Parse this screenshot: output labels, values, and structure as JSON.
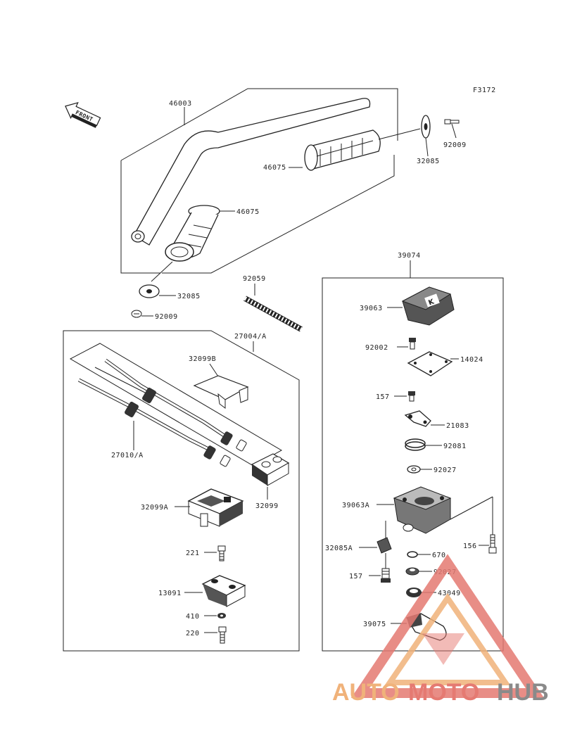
{
  "figure_code": "F3172",
  "front_label": "FRONT",
  "labels": {
    "handlebar": "46003",
    "grip_right": "46075",
    "grip_left": "46075",
    "plug_right": "32085",
    "screw_right": "92009",
    "plug_left": "32085",
    "screw_left": "92009",
    "spring": "92059",
    "cable_assy": "27004/A",
    "cable": "27010/A",
    "bracket_a": "32099B",
    "holder_main": "32099A",
    "holder_small": "32099",
    "bolt_221": "221",
    "clamp": "13091",
    "washer_410": "410",
    "bolt_220": "220",
    "throttle_assy": "39074",
    "cover": "39063",
    "screw_92002": "92002",
    "gasket": "14024",
    "screw_157_top": "157",
    "plate": "21083",
    "spring_92081": "92081",
    "washer_92027_top": "92027",
    "housing": "39063A",
    "bolt_156": "156",
    "cap_32085A": "32085A",
    "oring_670": "670",
    "washer_92027_bottom": "92027",
    "screw_157_bottom": "157",
    "seal": "43049",
    "lever": "39075"
  },
  "watermark": {
    "part1": "AUTO",
    "part2": "MOTO",
    "part3": "HUB"
  },
  "colors": {
    "line": "#222222",
    "wm_orange": "#f0b27a",
    "wm_red": "#e57a72",
    "wm_gray": "#8a8a8a"
  }
}
